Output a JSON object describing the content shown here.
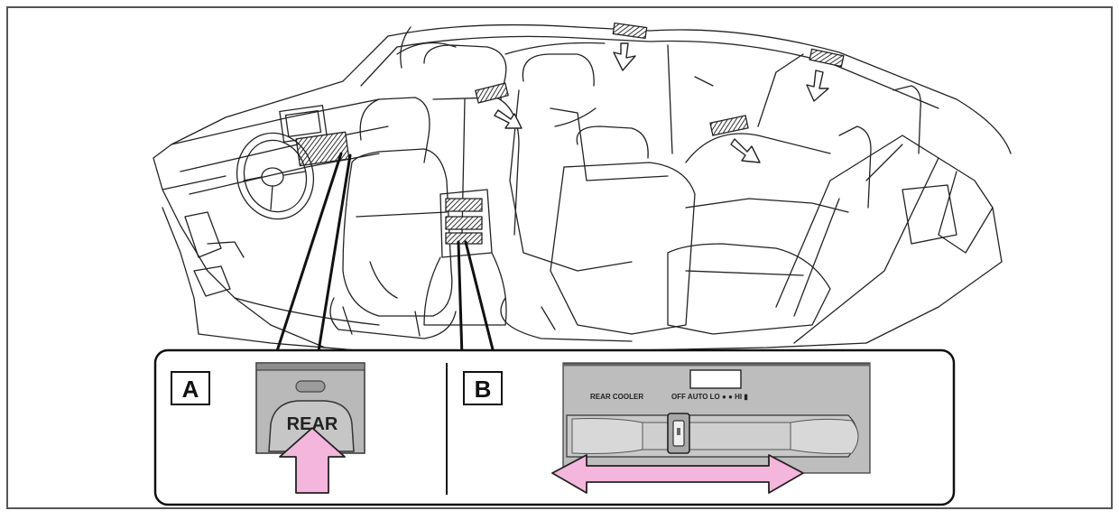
{
  "panels": {
    "a": {
      "tag": "A",
      "button_label": "REAR"
    },
    "b": {
      "tag": "B",
      "label_left": "REAR COOLER",
      "label_modes": "OFF AUTO LO ● ● HI ▮"
    }
  },
  "colors": {
    "line": "#222222",
    "arrow_fill": "#f4b6dc",
    "arrow_stroke": "#222222",
    "panel_gray": "#bdbdbd",
    "panel_dark": "#8a8a8a",
    "vent_fill": "#555555",
    "border": "#444444"
  }
}
